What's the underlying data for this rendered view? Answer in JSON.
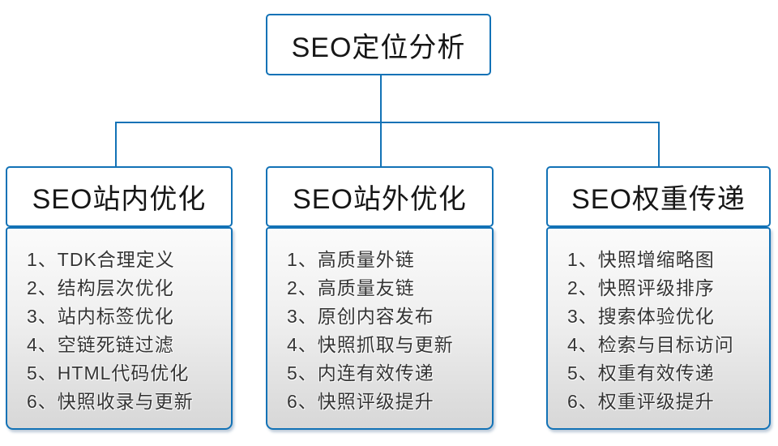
{
  "root": {
    "title": "SEO定位分析"
  },
  "colors": {
    "connector_blue": "#1272b6",
    "panel_gradient_top": "#fbfbfb",
    "panel_gradient_bottom": "#d7d7d7",
    "text_dark": "#161616"
  },
  "columns": [
    {
      "title": "SEO站内优化",
      "items": [
        "1、TDK合理定义",
        "2、结构层次优化",
        "3、站内标签优化",
        "4、空链死链过滤",
        "5、HTML代码优化",
        "6、快照收录与更新"
      ]
    },
    {
      "title": "SEO站外优化",
      "items": [
        "1、高质量外链",
        "2、高质量友链",
        "3、原创内容发布",
        "4、快照抓取与更新",
        "5、内连有效传递",
        "6、快照评级提升"
      ]
    },
    {
      "title": "SEO权重传递",
      "items": [
        "1、快照增缩略图",
        "2、快照评级排序",
        "3、搜索体验优化",
        "4、检索与目标访问",
        "5、权重有效传递",
        "6、权重评级提升"
      ]
    }
  ]
}
